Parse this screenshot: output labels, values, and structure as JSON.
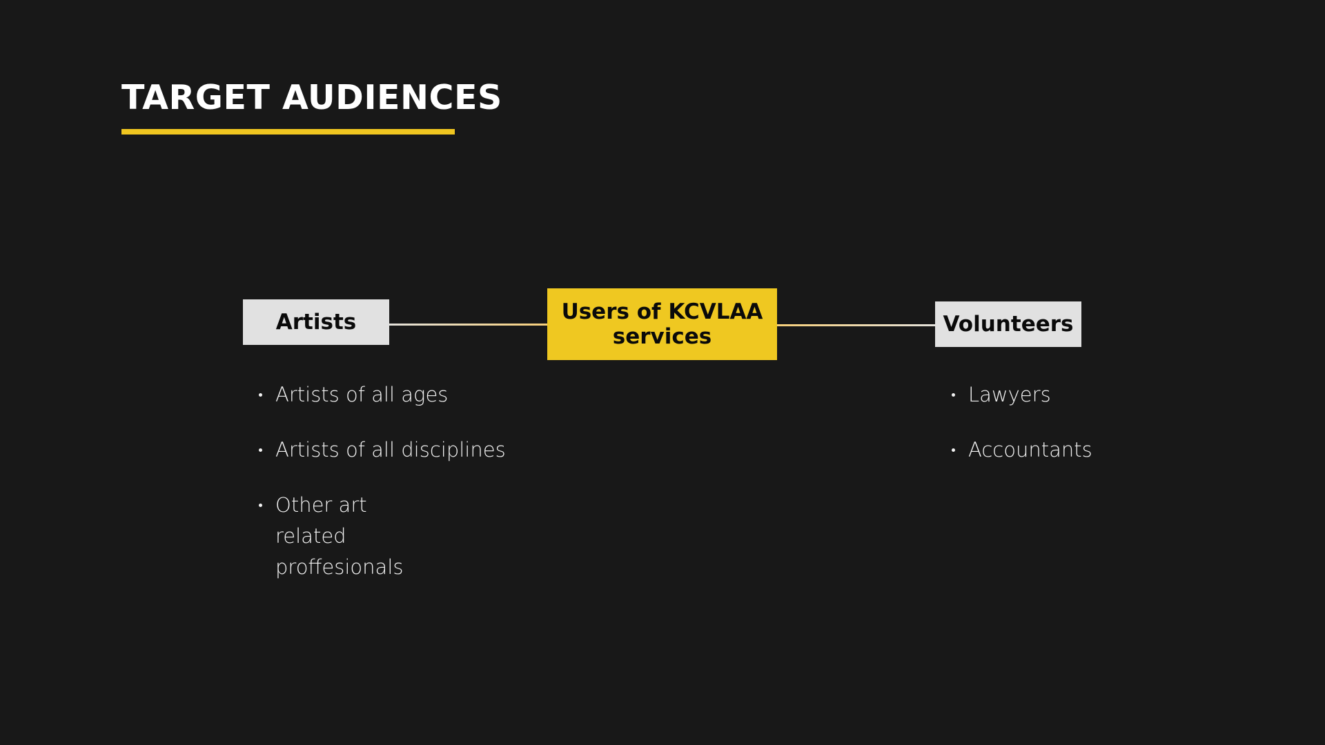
{
  "slide": {
    "title": "TARGET AUDIENCES",
    "accent_color": "#f0c620",
    "background_color": "#181818"
  },
  "diagram": {
    "center": {
      "label": "Users of KCVLAA services"
    },
    "left": {
      "label": "Artists",
      "items": [
        "Artists of all ages",
        "Artists of all disciplines",
        "Other art related proffesionals"
      ]
    },
    "right": {
      "label": "Volunteers",
      "items": [
        "Lawyers",
        "Accountants"
      ]
    }
  }
}
